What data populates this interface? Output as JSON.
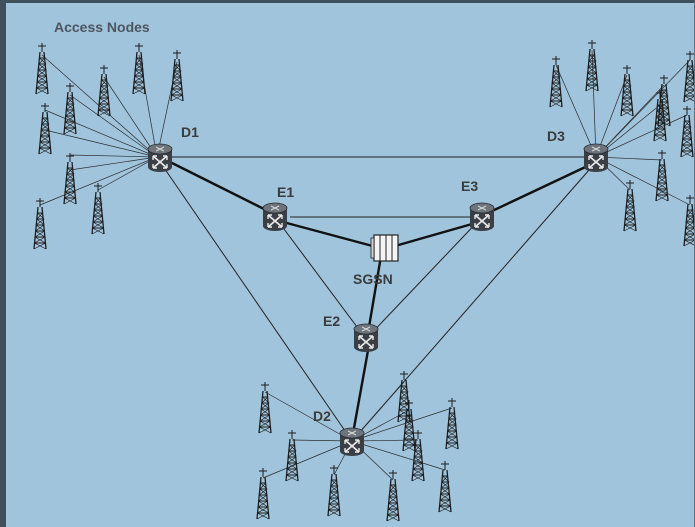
{
  "title": "Access Nodes",
  "nodes": {
    "d1": "D1",
    "d2": "D2",
    "d3": "D3",
    "e1": "E1",
    "e2": "E2",
    "e3": "E3",
    "sgsn": "SGSN"
  },
  "colors": {
    "background": "#9fc4dc",
    "border": "#3f4f5c",
    "router": "#3a3f45",
    "link": "#1a1a1a",
    "label": "#3b3b3b"
  },
  "icons": {
    "router": "router-icon",
    "tower": "cell-tower-icon",
    "sgsn": "sgsn-server-icon"
  }
}
